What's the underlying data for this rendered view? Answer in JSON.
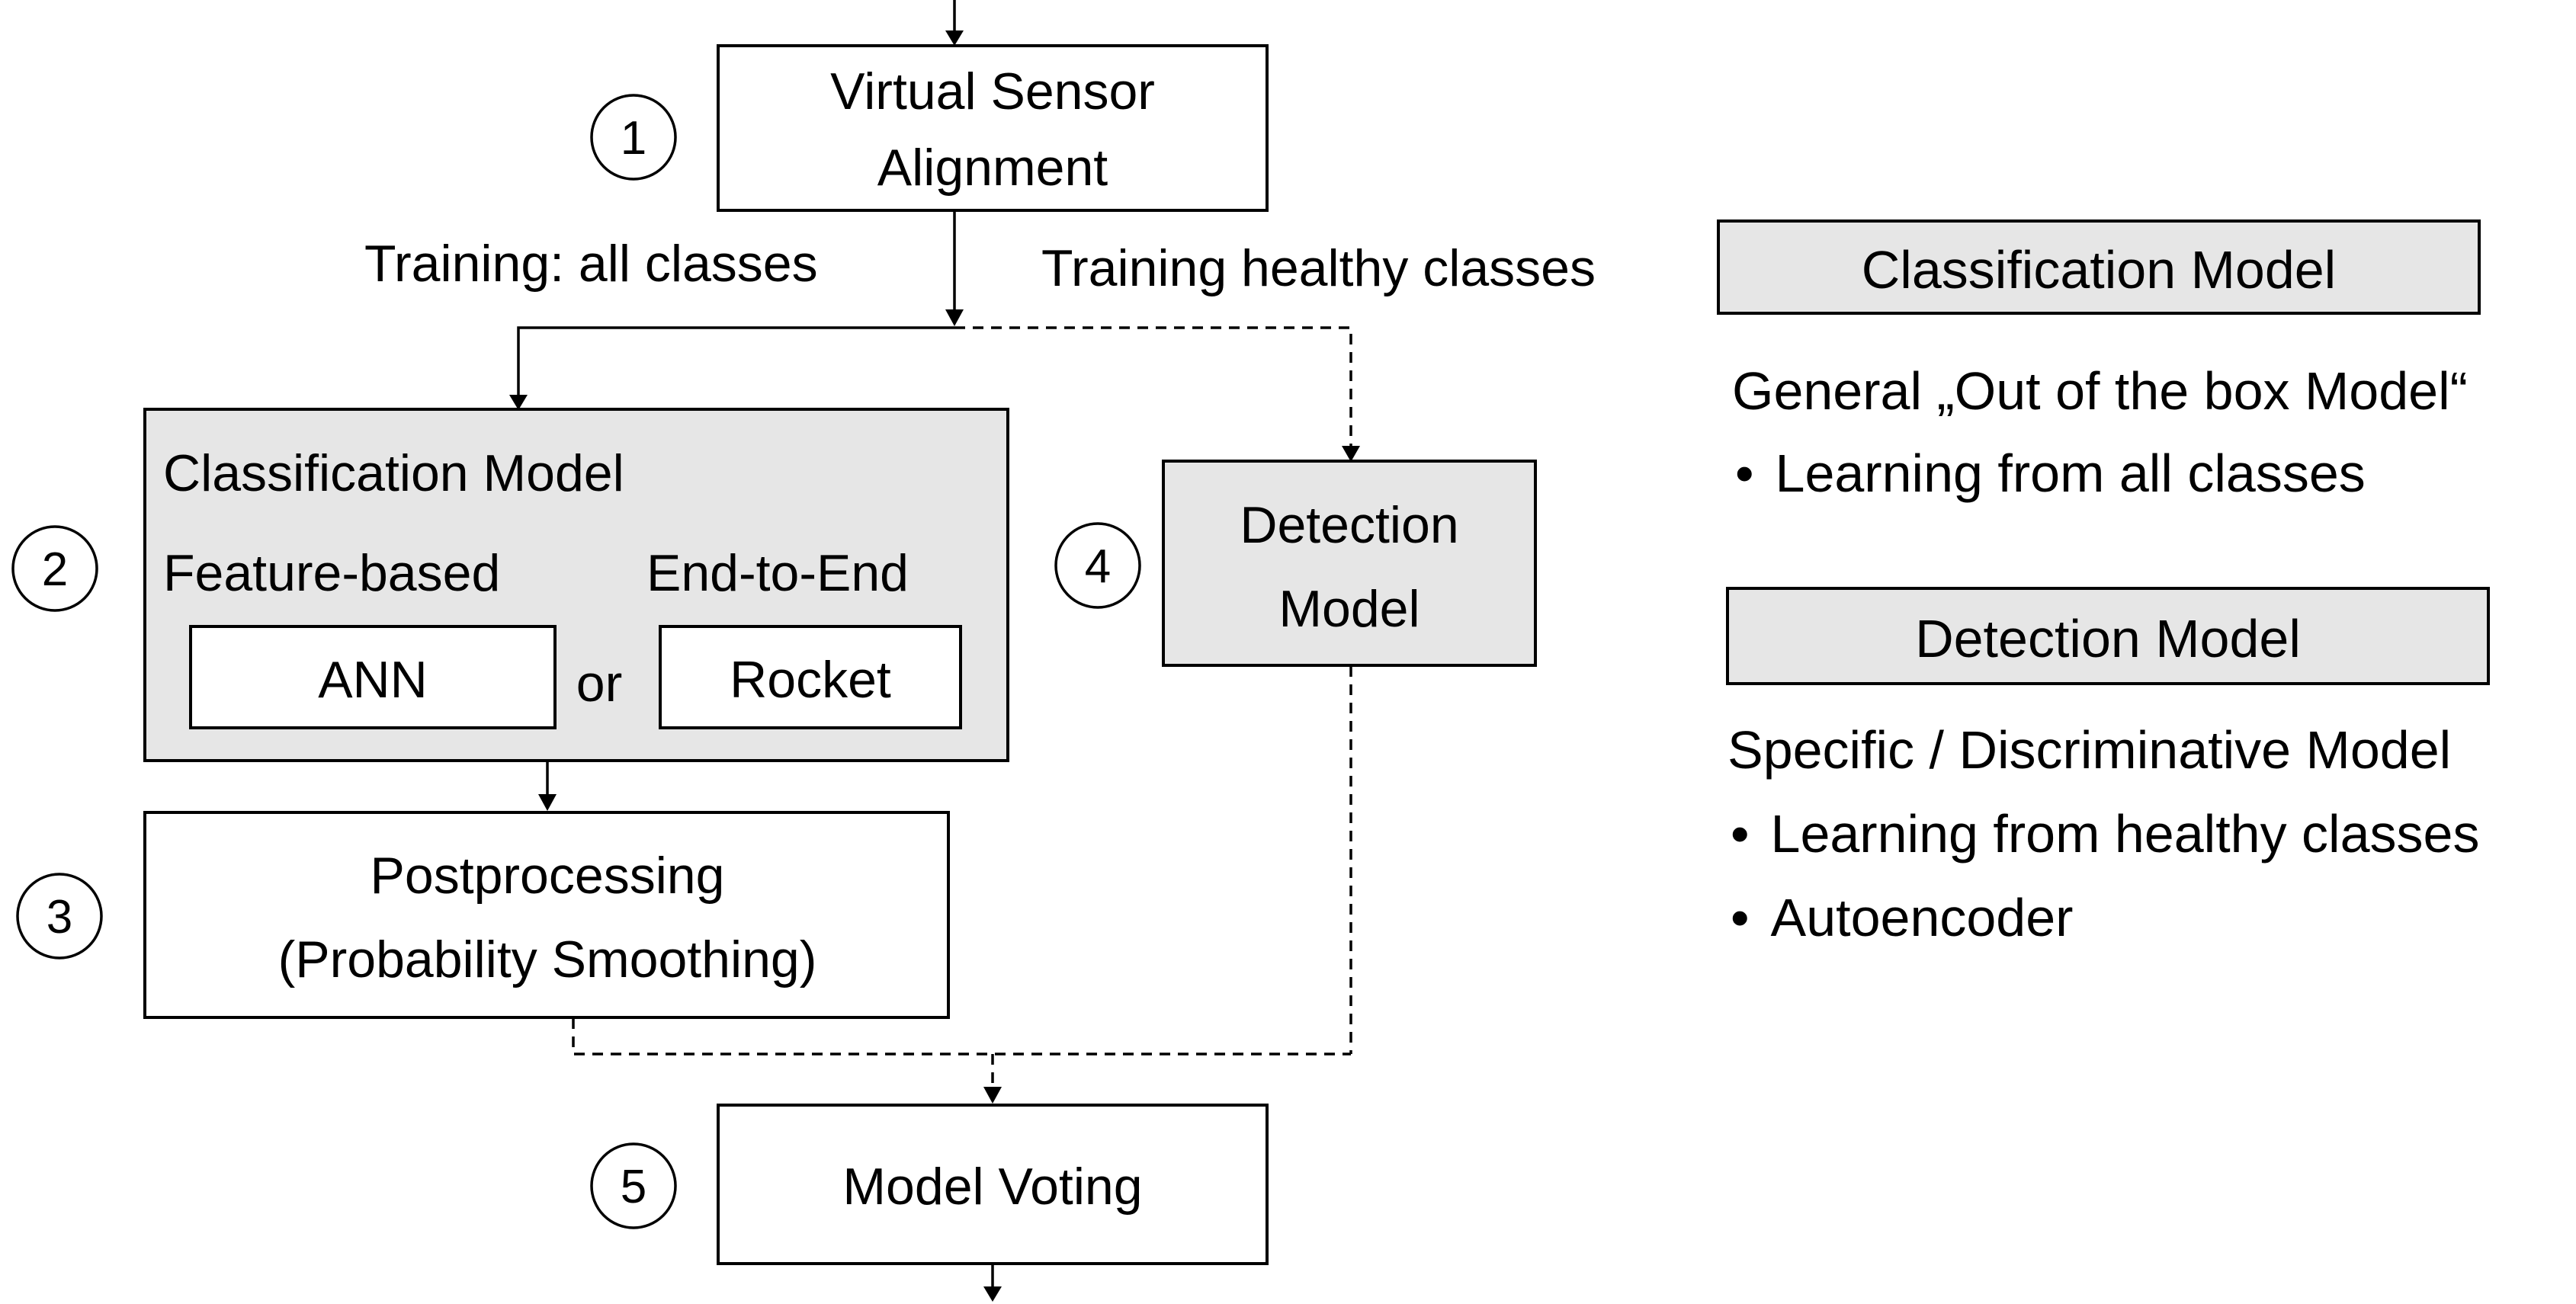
{
  "steps": {
    "s1": "1",
    "s2": "2",
    "s3": "3",
    "s4": "4",
    "s5": "5"
  },
  "nodes": {
    "virtual_sensor_line1": "Virtual Sensor",
    "virtual_sensor_line2": "Alignment",
    "classification_title": "Classification Model",
    "feature_based": "Feature-based",
    "end_to_end": "End-to-End",
    "ann": "ANN",
    "or": "or",
    "rocket": "Rocket",
    "detection_line1": "Detection",
    "detection_line2": "Model",
    "postprocessing_line1": "Postprocessing",
    "postprocessing_line2": "(Probability Smoothing)",
    "model_voting": "Model Voting"
  },
  "edge_labels": {
    "training_all": "Training: all classes",
    "training_healthy": "Training healthy classes"
  },
  "legend": {
    "classification": {
      "title": "Classification Model",
      "subtitle": "General „Out of the box Model“",
      "bullets": [
        "Learning from all classes"
      ]
    },
    "detection": {
      "title": "Detection Model",
      "subtitle": "Specific / Discriminative Model",
      "bullets": [
        "Learning from healthy classes",
        "Autoencoder"
      ]
    }
  },
  "colors": {
    "box_fill_gray": "#e6e6e6",
    "stroke": "#000000"
  }
}
